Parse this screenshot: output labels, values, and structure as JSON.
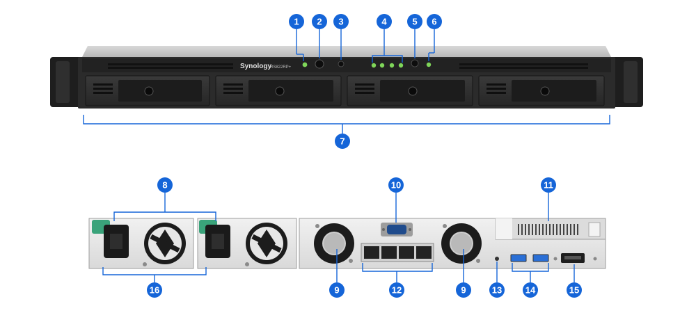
{
  "front_panel": {
    "brand": "Synology",
    "model": "RS822RP+"
  },
  "callouts": [
    "1",
    "2",
    "3",
    "4",
    "5",
    "6",
    "7",
    "8",
    "9",
    "10",
    "11",
    "12",
    "13",
    "14",
    "15",
    "16"
  ],
  "colors": {
    "callout": "#1565d8",
    "chassis": "#2b2b2b",
    "rear_panel": "#e9e9e9",
    "psu_handle": "#3aa37a",
    "led": "#7fd65a"
  }
}
